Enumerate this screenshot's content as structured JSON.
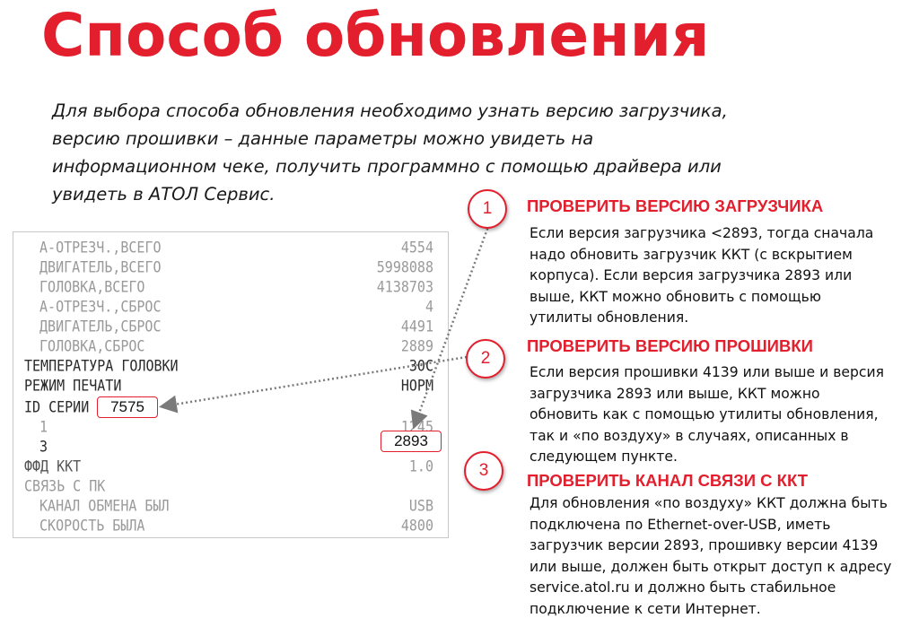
{
  "title": "Способ обновления",
  "intro_lines": [
    "Для выбора способа обновления необходимо узнать версию загрузчика,",
    "версию прошивки – данные параметры можно увидеть на",
    "информационном чеке, получить программно с помощью драйвера или",
    "увидеть в АТОЛ Сервис."
  ],
  "receipt": {
    "rows": [
      {
        "label": " А-ОТРЕЗЧ.,ВСЕГО",
        "value": "4554"
      },
      {
        "label": " ДВИГАТЕЛЬ,ВСЕГО",
        "value": "5998088"
      },
      {
        "label": " ГОЛОВКА,ВСЕГО",
        "value": "4138703"
      },
      {
        "label": " А-ОТРЕЗЧ.,СБРОС",
        "value": "4"
      },
      {
        "label": " ДВИГАТЕЛЬ,СБРОС",
        "value": "4491"
      },
      {
        "label": " ГОЛОВКА,СБРОС",
        "value": "2889"
      },
      {
        "label": "ТЕМПЕРАТУРА ГОЛОВКИ",
        "value": "30С"
      },
      {
        "label": "РЕЖИМ ПЕЧАТИ",
        "value": "НОРМ"
      },
      {
        "label": "ID СЕРИИ",
        "value": ""
      },
      {
        "label": " 1",
        "value": "1245"
      },
      {
        "label": " 3",
        "value": ""
      },
      {
        "label": "ФФД ККТ",
        "value": "1.0"
      },
      {
        "label": "СВЯЗЬ С ПК",
        "value": ""
      },
      {
        "label": " КАНАЛ ОБМЕНА БЫЛ",
        "value": "USB"
      },
      {
        "label": " СКОРОСТЬ БЫЛА",
        "value": "4800"
      }
    ],
    "highlight_id": "7575",
    "highlight_version": "2893"
  },
  "sections": [
    {
      "number": "1",
      "title": "ПРОВЕРИТЬ ВЕРСИЮ ЗАГРУЗЧИКА",
      "lines": [
        "Если версия загрузчика <2893, тогда сначала",
        "надо обновить загрузчик ККТ (с вскрытием",
        "корпуса). Если версия загрузчика 2893 или",
        "выше, ККТ можно обновить с помощью",
        "утилиты обновления."
      ]
    },
    {
      "number": "2",
      "title": "ПРОВЕРИТЬ ВЕРСИЮ ПРОШИВКИ",
      "lines": [
        "Если версия прошивки 4139 или выше и версия",
        "загрузчика 2893 или выше, ККТ можно",
        "обновить как с помощью утилиты обновления,",
        "так и «по воздуху» в случаях, описанных в",
        "следующем пункте."
      ]
    },
    {
      "number": "3",
      "title": "ПРОВЕРИТЬ КАНАЛ СВЯЗИ С ККТ",
      "lines": [
        "Для обновления «по воздуху» ККТ должна быть",
        "подключена по Ethernet-over-USB, иметь",
        "загрузчик версии 2893, прошивку версии 4139",
        "или выше, должен быть открыт доступ к адресу",
        "service.atol.ru и должно быть стабильное",
        "подключение к сети Интернет."
      ]
    }
  ],
  "colors": {
    "accent": "#e31e2d",
    "text": "#111111",
    "receipt_faint": "#9a9a9a",
    "arrow": "#7a7a7a"
  }
}
